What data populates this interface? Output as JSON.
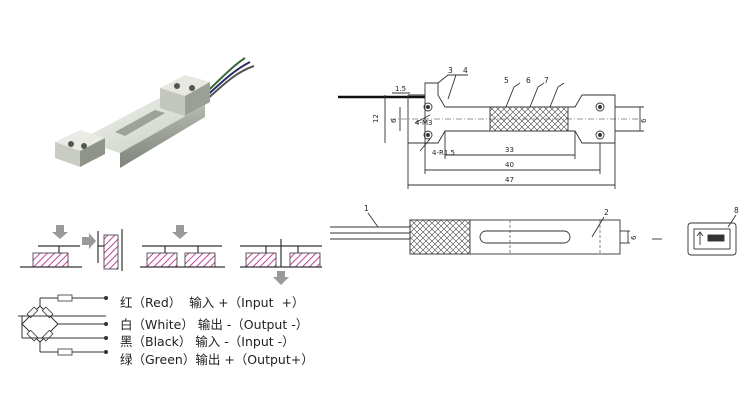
{
  "wiring": [
    {
      "cn": "红",
      "en": "Red",
      "cn_func": "输入 +",
      "en_func": "Input  +"
    },
    {
      "cn": "白",
      "en": "White",
      "cn_func": "输出 -",
      "en_func": "Output -"
    },
    {
      "cn": "黑",
      "en": "Black",
      "cn_func": "输入 -",
      "en_func": "Input -"
    },
    {
      "cn": "绿",
      "en": "Green",
      "cn_func": "输出 +",
      "en_func": "Output+"
    }
  ],
  "wiring_lines": [
    "红（Red）  输入 +（Input  +）",
    "白（White） 输出 -（Output -）",
    "黑（Black） 输入 -（Input -）",
    "绿（Green）输出 +（Output+）"
  ],
  "drawing": {
    "callouts": [
      "1",
      "2",
      "3",
      "4",
      "5",
      "6",
      "7",
      "8"
    ],
    "dims": {
      "d33": "33",
      "d40": "40",
      "d47": "47",
      "d12": "12",
      "d6a": "6",
      "d6b": "6",
      "d6c": "6",
      "d15": "1.5",
      "m3": "4-M3",
      "r15": "4-R1.5"
    }
  },
  "colors": {
    "hatch": "#c0449a",
    "line": "#333333",
    "arrow": "#9a9a9a"
  }
}
